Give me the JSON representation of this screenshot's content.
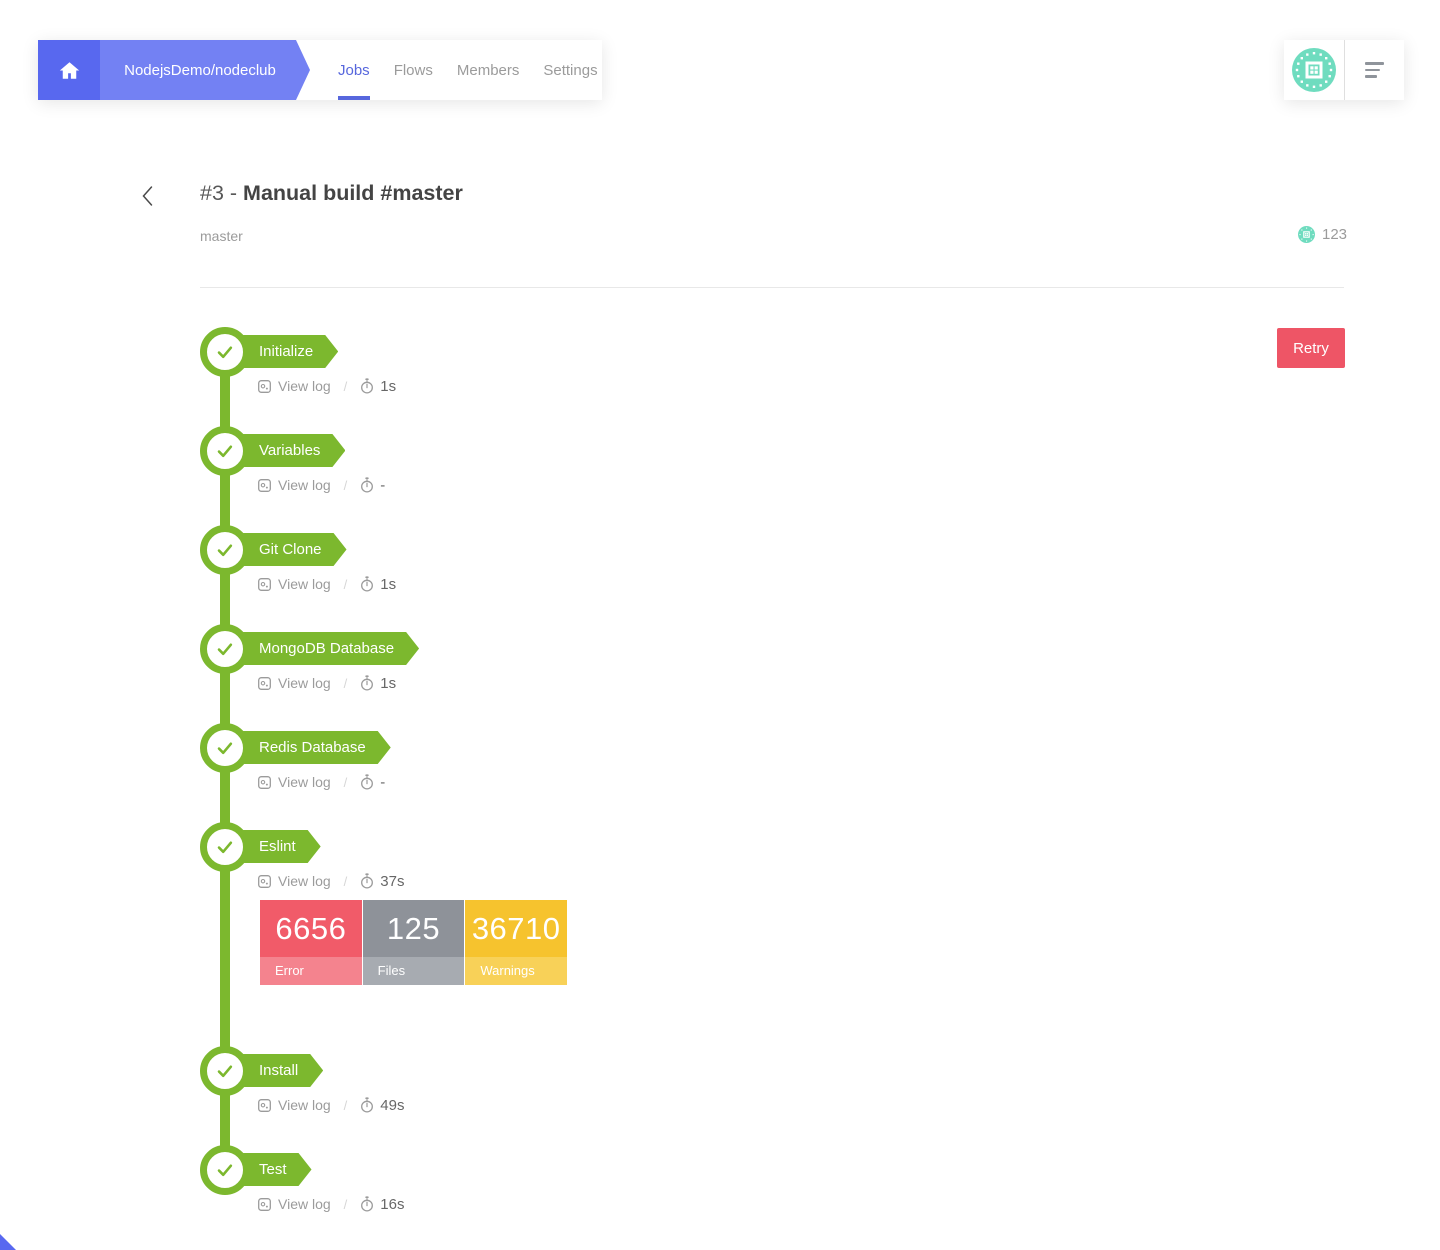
{
  "nav": {
    "breadcrumb": "NodejsDemo/nodeclub",
    "tabs": [
      {
        "label": "Jobs",
        "active": true
      },
      {
        "label": "Flows",
        "active": false
      },
      {
        "label": "Members",
        "active": false
      },
      {
        "label": "Settings",
        "active": false
      }
    ]
  },
  "header": {
    "title_prefix": "#3 - ",
    "title": "Manual build #master",
    "branch": "master",
    "build_count": "123"
  },
  "actions": {
    "retry_label": "Retry"
  },
  "pipeline": {
    "view_log_label": "View log",
    "separator": "/",
    "steps": [
      {
        "name": "Initialize",
        "duration": "1s"
      },
      {
        "name": "Variables",
        "duration": "-"
      },
      {
        "name": "Git Clone",
        "duration": "1s"
      },
      {
        "name": "MongoDB Database",
        "duration": "1s"
      },
      {
        "name": "Redis Database",
        "duration": "-"
      },
      {
        "name": "Eslint",
        "duration": "37s",
        "stats": [
          {
            "value": "6656",
            "label": "Error",
            "value_bg": "#f15b69",
            "label_bg": "#f4838e"
          },
          {
            "value": "125",
            "label": "Files",
            "value_bg": "#8e9299",
            "label_bg": "#a7abb1"
          },
          {
            "value": "36710",
            "label": "Warnings",
            "value_bg": "#f6c32e",
            "label_bg": "#f8d158"
          }
        ]
      },
      {
        "name": "Install",
        "duration": "49s"
      },
      {
        "name": "Test",
        "duration": "16s"
      }
    ]
  },
  "colors": {
    "accent_green": "#7cb82e",
    "nav_home_blue": "#5868ef",
    "nav_crumb_blue": "#7381f3",
    "active_tab_blue": "#5767dd",
    "retry_red": "#ee5566",
    "avatar_teal": "#6fdcbf"
  }
}
